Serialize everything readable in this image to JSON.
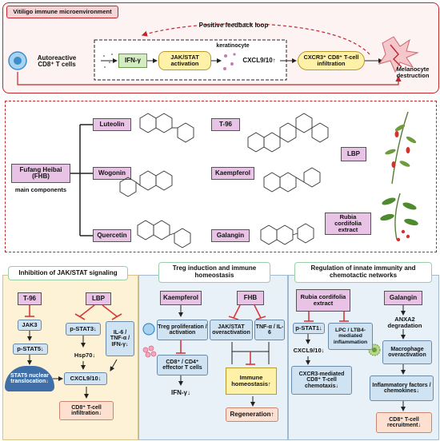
{
  "top": {
    "title": "Vitiligo immune microenvironment",
    "feedback": "Positive feedback loop",
    "keratinocyte": "keratinocyte",
    "cd8_cells": "Autoreactive CD8⁺ T cells",
    "ifn": "IFN-γ",
    "jakstat": "JAK/STAT activation",
    "cxcl": "CXCL9/10↑",
    "infiltration": "CXCR3⁺ CD8⁺ T-cell infiltration",
    "destruction": "Melanocyte destruction"
  },
  "middle": {
    "fhb_label": "Fufang Heibai (FHB)",
    "main_components": "main components",
    "components": [
      "Luteolin",
      "Wogonin",
      "Quercetin",
      "T-96",
      "Kaempferol",
      "Galangin",
      "LBP",
      "Rubia cordifolia extract"
    ]
  },
  "panel1": {
    "title": "Inhibition of JAK/STAT signaling",
    "t96": "T-96",
    "lbp": "LBP",
    "jak3": "JAK3",
    "pstat5": "p-STAT5↓",
    "stat5": "STAT5 nuclear translocation↓",
    "pstat3": "p-STAT3↓",
    "hsp70": "Hsp70↓",
    "il6": "IL-6 / TNF-α / IFN-γ↓",
    "cxcl": "CXCL9/10↓",
    "cd8": "CD8⁺ T-cell infiltration↓"
  },
  "panel2": {
    "title": "Treg induction and immune homeostasis",
    "kaempferol": "Kaempferol",
    "fhb": "FHB",
    "treg": "Treg proliferation / activation",
    "effector": "CD8⁺ / CD4⁺ effector T cells",
    "ifn": "IFN-γ↓",
    "jakstat": "JAK/STAT overactivation",
    "tnf": "TNF-α / IL-6",
    "homeostasis": "Immune homeostasis↑",
    "regeneration": "Regeneration↑"
  },
  "panel3": {
    "title": "Regulation of innate immunity and chemotactic networks",
    "rubia": "Rubia cordifolia extract",
    "galangin": "Galangin",
    "pstat1": "p-STAT1↓",
    "lpc": "LPC / LTB4-mediated inflammation",
    "cxcl": "CXCL9/10↓",
    "chemotaxis": "CXCR3-mediated CD8⁺ T-cell chemotaxis↓",
    "anxa2": "ANXA2 degradation",
    "macrophage": "Macrophage overactivation",
    "inflammatory": "Inflammatory factors / chemokines↓",
    "recruitment": "CD8⁺ T-cell recruitment↓"
  },
  "colors": {
    "dashed_red": "#c0272d",
    "pink_label": "#e8c3e6",
    "panel1_bg": "#fdf1d6",
    "panel2_bg": "#e9f1f8",
    "panel3_bg": "#e9f1f8",
    "inhibit": "#d63a3a"
  }
}
